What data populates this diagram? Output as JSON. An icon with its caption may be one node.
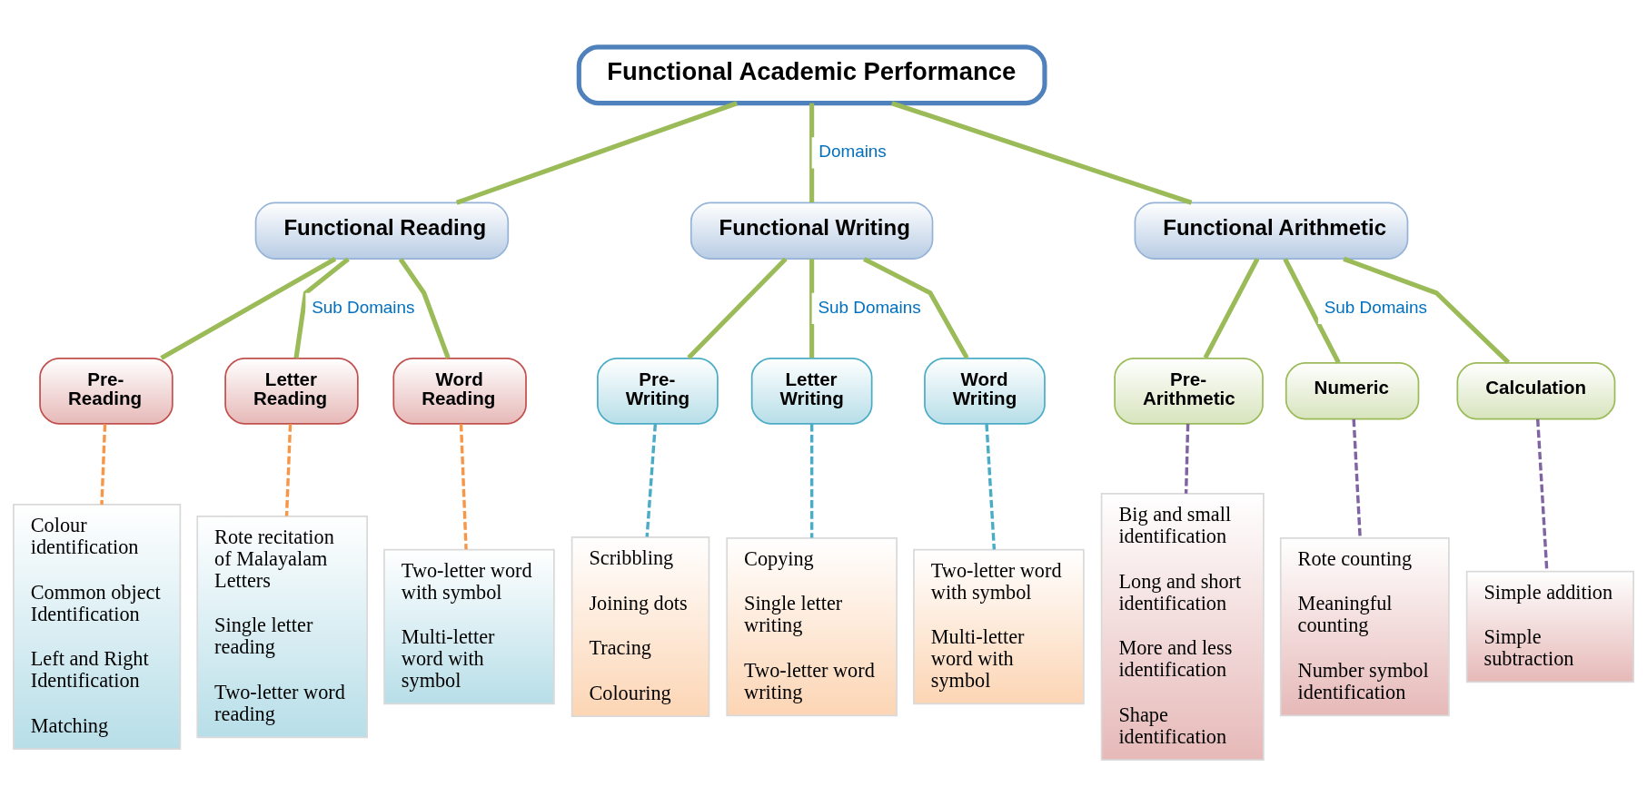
{
  "diagram": {
    "nodes": [
      {
        "text": [
          "Functional Academic Performance"
        ]
      },
      {
        "text": [
          "Functional Reading"
        ]
      },
      {
        "text": [
          "Functional Writing"
        ]
      },
      {
        "text": [
          "Functional Arithmetic"
        ]
      },
      {
        "text": [
          "Pre-Reading"
        ]
      },
      {
        "text": [
          "Letter Reading"
        ]
      },
      {
        "text": [
          "Word Reading"
        ]
      },
      {
        "text": [
          "Pre-Writing"
        ]
      },
      {
        "text": [
          "Letter Writing"
        ]
      },
      {
        "text": [
          "Word Writing"
        ]
      },
      {
        "text": [
          "Pre-Arithmetic"
        ]
      },
      {
        "text": [
          "Numeric"
        ]
      },
      {
        "text": [
          "Calculation"
        ]
      },
      {
        "text": [
          "Colour identification",
          "Common object Identification",
          "Left and Right Identification",
          "Matching"
        ]
      },
      {
        "text": [
          "Rote recitation of Malayalam Letters",
          "Single letter reading",
          "Two-letter word reading"
        ]
      },
      {
        "text": [
          "Two-letter word with symbol",
          "Multi-letter word with symbol"
        ]
      },
      {
        "text": [
          "Scribbling",
          "Joining dots",
          "Tracing",
          "Colouring"
        ]
      },
      {
        "text": [
          "Copying",
          "Single letter writing",
          "Two-letter word writing"
        ]
      },
      {
        "text": [
          "Two-letter word with symbol",
          "Multi-letter word with symbol"
        ]
      },
      {
        "text": [
          "Big and small identification",
          "Long and short identification",
          "More and less identification",
          "Shape identification"
        ]
      },
      {
        "text": [
          "Rote counting",
          "Meaningful counting",
          "Number symbol identification"
        ]
      },
      {
        "text": [
          "Simple addition",
          "Simple subtraction"
        ]
      }
    ],
    "edges": [
      {
        "from": 0,
        "to": 1,
        "arrow": "none"
      },
      {
        "from": 0,
        "to": 2,
        "arrow": "none",
        "label": "Domains"
      },
      {
        "from": 0,
        "to": 3,
        "arrow": "none"
      },
      {
        "from": 1,
        "to": 4,
        "arrow": "none"
      },
      {
        "from": 1,
        "to": 5,
        "arrow": "none",
        "label": "Sub Domains"
      },
      {
        "from": 1,
        "to": 6,
        "arrow": "none"
      },
      {
        "from": 2,
        "to": 7,
        "arrow": "none"
      },
      {
        "from": 2,
        "to": 8,
        "arrow": "none",
        "label": "Sub Domains"
      },
      {
        "from": 2,
        "to": 9,
        "arrow": "none"
      },
      {
        "from": 3,
        "to": 10,
        "arrow": "none"
      },
      {
        "from": 3,
        "to": 11,
        "arrow": "none",
        "label": "Sub Domains"
      },
      {
        "from": 3,
        "to": 12,
        "arrow": "none"
      },
      {
        "from": 4,
        "to": 13,
        "arrow": "none",
        "style": "dashed",
        "color": "#f79646"
      },
      {
        "from": 5,
        "to": 14,
        "arrow": "none",
        "style": "dashed",
        "color": "#f79646"
      },
      {
        "from": 6,
        "to": 15,
        "arrow": "none",
        "style": "dashed",
        "color": "#f79646"
      },
      {
        "from": 7,
        "to": 16,
        "arrow": "none",
        "style": "dashed",
        "color": "#4bacc6"
      },
      {
        "from": 8,
        "to": 17,
        "arrow": "none",
        "style": "dashed",
        "color": "#4bacc6"
      },
      {
        "from": 9,
        "to": 18,
        "arrow": "none",
        "style": "dashed",
        "color": "#4bacc6"
      },
      {
        "from": 10,
        "to": 19,
        "arrow": "none",
        "style": "dashed",
        "color": "#8064a2"
      },
      {
        "from": 11,
        "to": 20,
        "arrow": "none",
        "style": "dashed",
        "color": "#8064a2"
      },
      {
        "from": 12,
        "to": 21,
        "arrow": "none",
        "style": "dashed",
        "color": "#8064a2"
      }
    ]
  }
}
